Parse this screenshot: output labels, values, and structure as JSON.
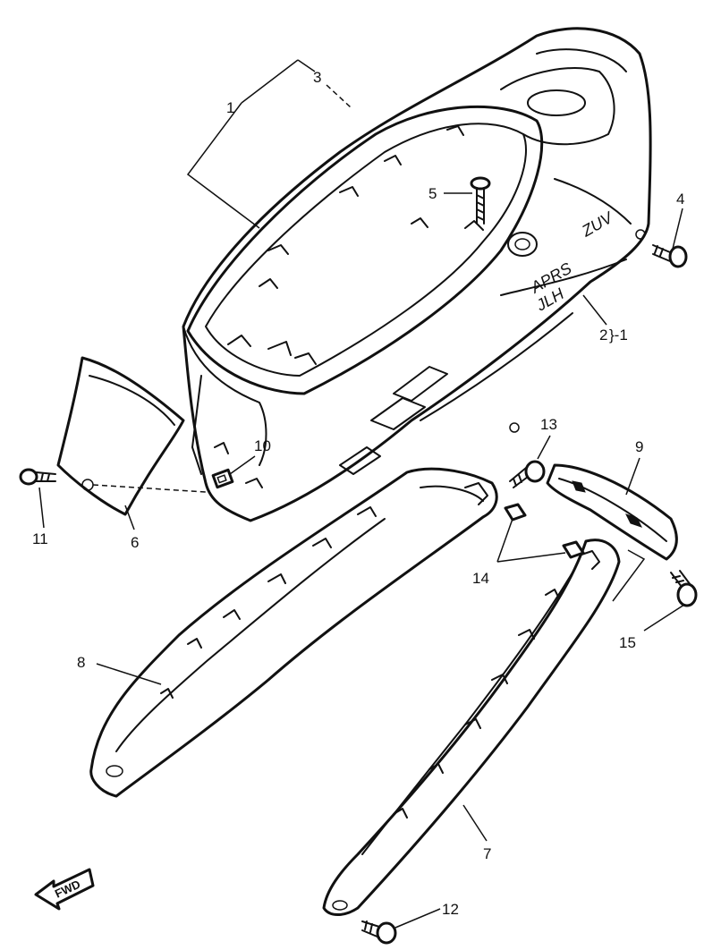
{
  "callouts": {
    "p1": "1",
    "p2": "2",
    "p2_ref": "}-1",
    "p3": "3",
    "p4": "4",
    "p5": "5",
    "p6": "6",
    "p7": "7",
    "p8": "8",
    "p9": "9",
    "p10": "10",
    "p11": "11",
    "p12": "12",
    "p13": "13",
    "p14": "14",
    "p15": "15"
  },
  "badge": {
    "fwd": "FWD"
  },
  "decal_lines": [
    "APRS",
    "JLH",
    "ZUV"
  ]
}
